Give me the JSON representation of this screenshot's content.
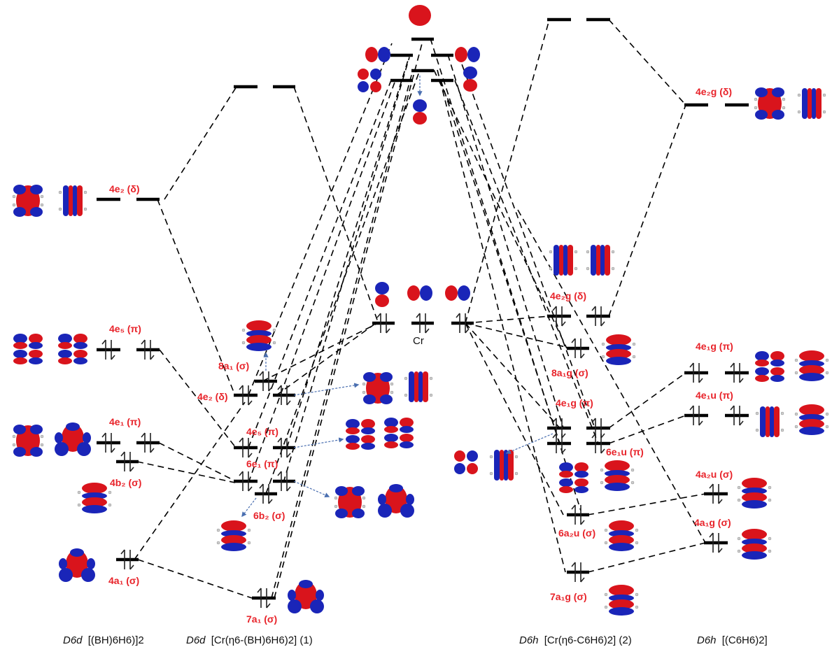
{
  "colors": {
    "label": "#e8232a",
    "lobe_positive": "#d9141c",
    "lobe_negative": "#1a25b8",
    "level": "#000000",
    "link": "#4a6fb0"
  },
  "columns": [
    {
      "id": "bh6h6-dimer",
      "point_group": "D6d",
      "formula": "[(BH)6H6)]2",
      "number": ""
    },
    {
      "id": "cr-bh6h6",
      "point_group": "D6d",
      "formula": "[Cr(η6-(BH)6H6)2]",
      "number": "1"
    },
    {
      "id": "cr-atom",
      "point_group": "",
      "formula": "Cr",
      "number": ""
    },
    {
      "id": "cr-c6h6",
      "point_group": "D6h",
      "formula": "[Cr(η6-C6H6)2]",
      "number": "2"
    },
    {
      "id": "c6h6-dimer",
      "point_group": "D6h",
      "formula": "[(C6H6)2]",
      "number": ""
    }
  ],
  "captions": {
    "col1": {
      "pg": "D6d",
      "text": "[(BH)6H6)]2"
    },
    "col2": {
      "pg": "D6d",
      "text": "[Cr(η6-(BH)6H6)2] (1)"
    },
    "cr": {
      "text": "Cr"
    },
    "col4": {
      "pg": "D6h",
      "text": "[Cr(η6-C6H6)2] (2)"
    },
    "col5": {
      "pg": "D6h",
      "text": "[(C6H6)2]"
    }
  },
  "labels": {
    "l1_4e2": "4e₂ (δ)",
    "l1_4e5": "4e₅ (π)",
    "l1_4e1": "4e₁ (π)",
    "l1_4b2": "4b₂ (σ)",
    "l1_4a1": "4a₁ (σ)",
    "l2_8a1": "8a₁ (σ)",
    "l2_4e2": "4e₂ (δ)",
    "l2_4e5": "4e₅ (π)",
    "l2_6e1": "6e₁ (π)",
    "l2_6b2": "6b₂ (σ)",
    "l2_7a1": "7a₁ (σ)",
    "l4_4e2g": "4e₂g (δ)",
    "l4_8a1g": "8a₁g (σ)",
    "l4_4e1g": "4e₁g (π)",
    "l4_6e1u": "6e₁u (π)",
    "l4_6a2u": "6a₂u (σ)",
    "l4_7a1g": "7a₁g (σ)",
    "l5_4e2g": "4e₂g (δ)",
    "l5_4e1g": "4e₁g (π)",
    "l5_4e1u": "4e₁u (π)",
    "l5_4a2u": "4a₂u (σ)",
    "l5_4a1g": "4a₁g (σ)"
  }
}
